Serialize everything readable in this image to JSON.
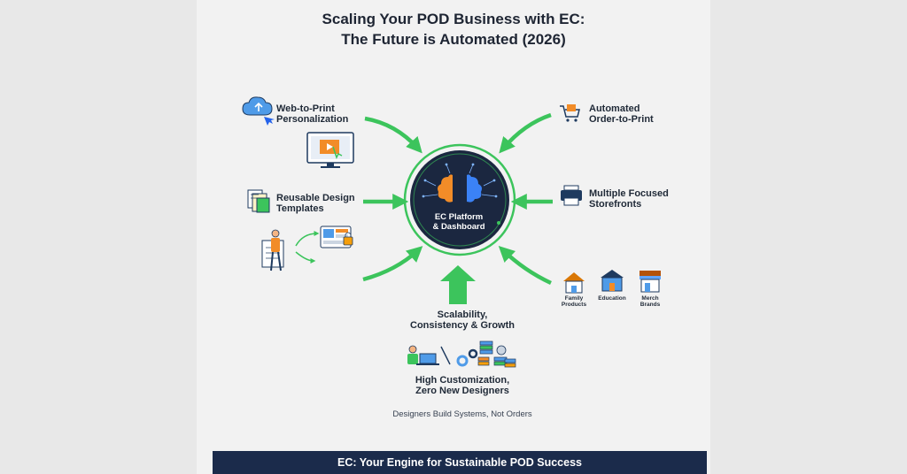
{
  "title": {
    "line1": "Scaling Your POD Business with EC:",
    "line2": "The Future is Automated (2026)"
  },
  "center": {
    "line1": "EC Platform",
    "line2": "& Dashboard"
  },
  "left_nodes": [
    {
      "line1": "Web-to-Print",
      "line2": "Personalization"
    },
    {
      "line1": "Reusable Design",
      "line2": "Templates"
    }
  ],
  "right_nodes": [
    {
      "line1": "Automated",
      "line2": "Order-to-Print"
    },
    {
      "line1": "Multiple Focused",
      "line2": "Storefronts"
    }
  ],
  "storefronts": [
    {
      "line1": "Family",
      "line2": "Products"
    },
    {
      "line1": "Education",
      "line2": ""
    },
    {
      "line1": "Merch",
      "line2": "Brands"
    }
  ],
  "bottom": {
    "scalability_line1": "Scalability,",
    "scalability_line2": "Consistency & Growth",
    "customization_line1": "High Customization,",
    "customization_line2": "Zero New Designers",
    "note": "Designers Build Systems, Not Orders"
  },
  "footer": "EC: Your Engine for Sustainable POD Success",
  "colors": {
    "arrow_green": "#3cc45c",
    "hub_navy": "#1b2740",
    "footer_navy": "#1b2b4b",
    "background": "#f2f2f2"
  },
  "icons": [
    "cloud-upload-icon",
    "monitor-play-icon",
    "template-docs-icon",
    "designer-person-icon",
    "layout-lock-icon",
    "cart-icon",
    "printer-icon",
    "brain-circuit-icon",
    "store-family-icon",
    "school-icon",
    "shop-icon",
    "gears-stack-icon"
  ]
}
